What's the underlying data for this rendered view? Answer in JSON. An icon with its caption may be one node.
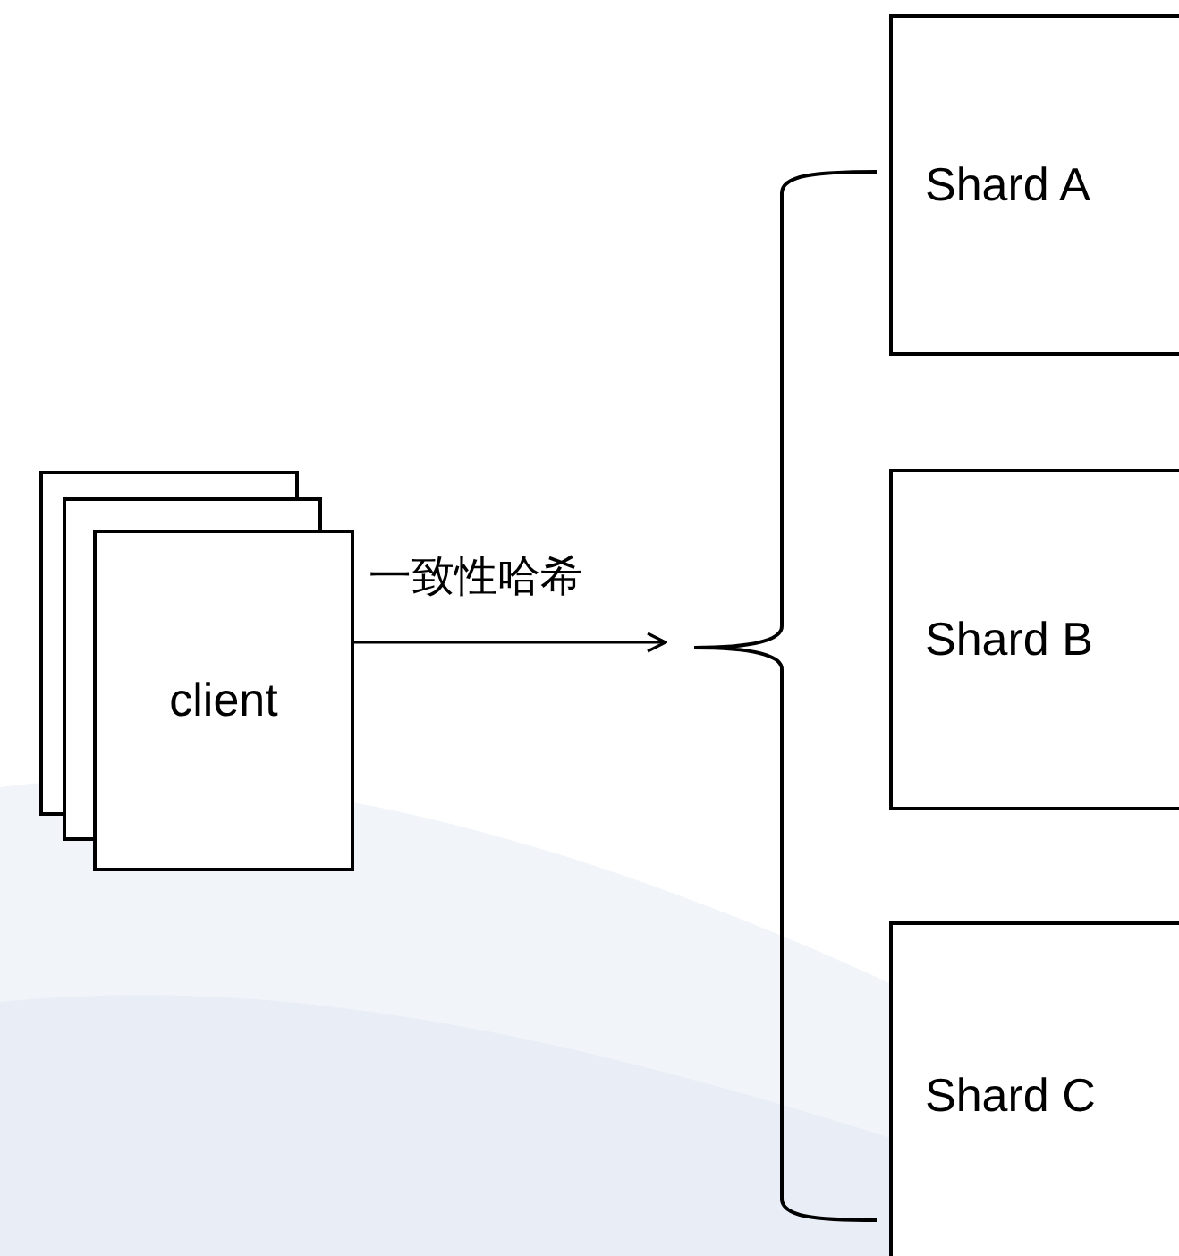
{
  "diagram": {
    "nodes": [
      {
        "text": [
          "client"
        ]
      },
      {
        "text": [
          "Shard A"
        ]
      },
      {
        "text": [
          "Shard B"
        ]
      },
      {
        "text": [
          "Shard C"
        ]
      },
      {
        "text": [],
        "shape": "brace"
      }
    ],
    "edges": [
      {
        "from": 0,
        "to": 4,
        "arrow": "to",
        "label": "一致性哈希"
      }
    ]
  }
}
